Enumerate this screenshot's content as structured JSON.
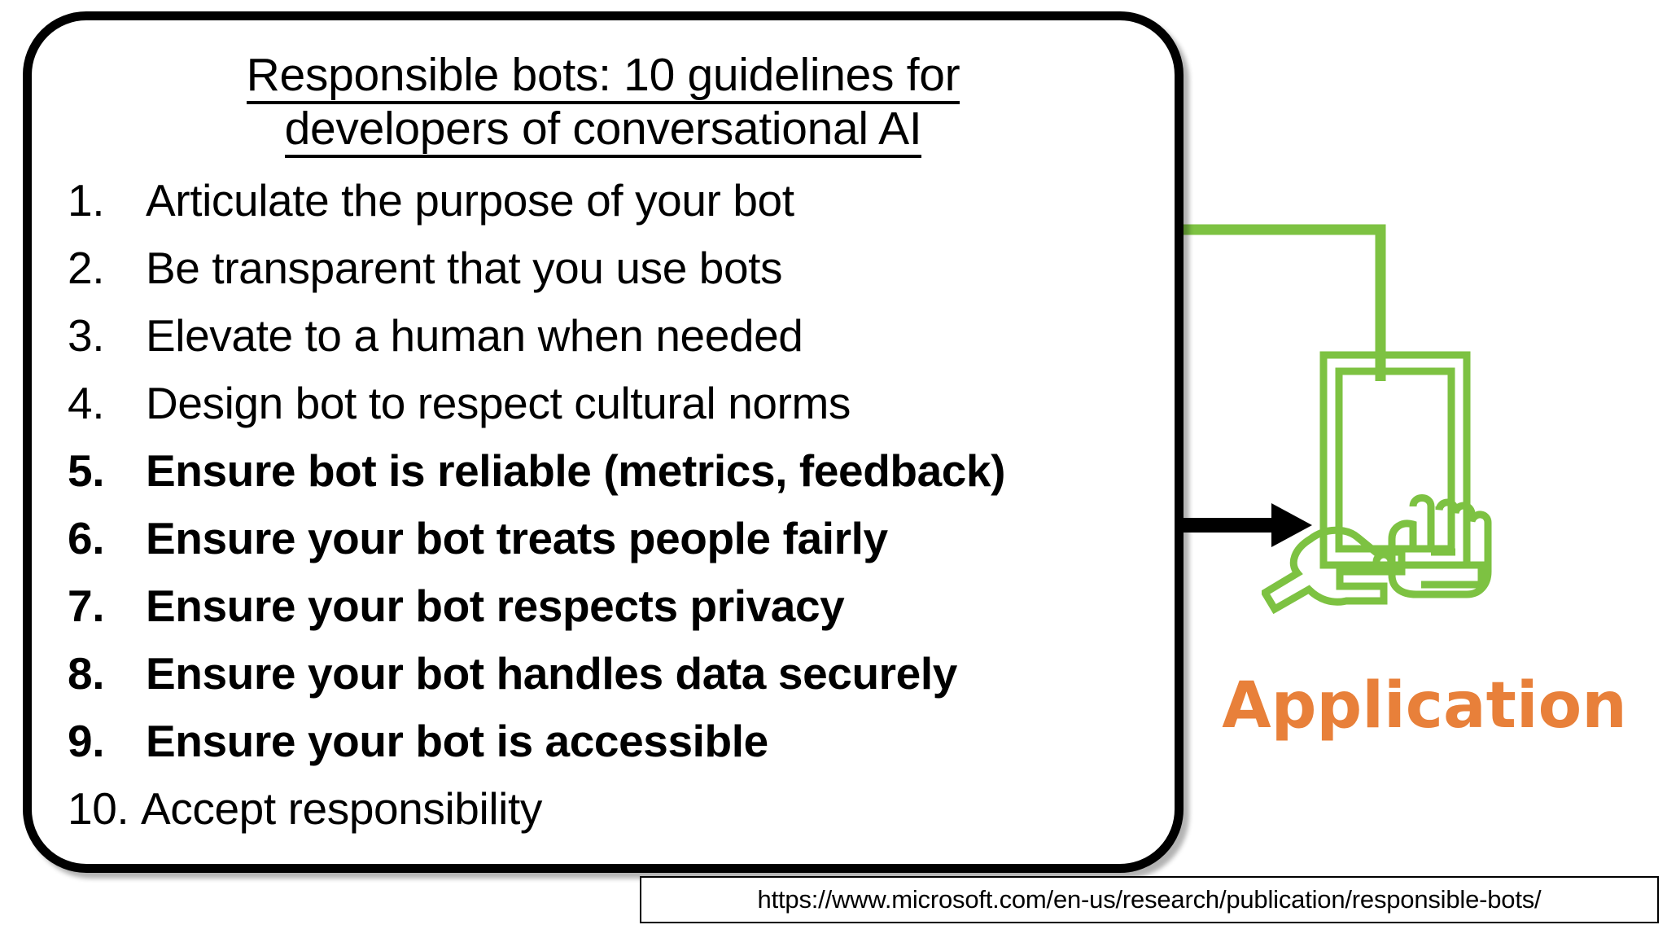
{
  "panel": {
    "title_line_1": "Responsible bots: 10 guidelines for",
    "title_line_2": "developers of conversational AI",
    "guidelines": [
      {
        "num": "1.",
        "text": "Articulate the purpose of your bot",
        "bold": false
      },
      {
        "num": "2.",
        "text": "Be transparent that you use bots",
        "bold": false
      },
      {
        "num": "3.",
        "text": "Elevate to a human when needed",
        "bold": false
      },
      {
        "num": "4.",
        "text": "Design bot to respect cultural norms",
        "bold": false
      },
      {
        "num": "5.",
        "text": "Ensure bot is reliable (metrics, feedback)",
        "bold": true
      },
      {
        "num": "6.",
        "text": "Ensure your bot treats people fairly",
        "bold": true
      },
      {
        "num": "7.",
        "text": "Ensure your bot respects privacy",
        "bold": true
      },
      {
        "num": "8.",
        "text": "Ensure your bot handles data securely",
        "bold": true
      },
      {
        "num": "9.",
        "text": "Ensure your bot is accessible",
        "bold": true
      },
      {
        "num": "10.",
        "text": "Accept responsibility",
        "bold": false
      }
    ]
  },
  "application": {
    "label": "Application",
    "icon_name": "hand-tapping-tablet-icon"
  },
  "citation": {
    "url": "https://www.microsoft.com/en-us/research/publication/responsible-bots/"
  },
  "colors": {
    "green": "#7DC242",
    "orange": "#E8803A",
    "black": "#000000",
    "background": "#FFFFFF"
  }
}
